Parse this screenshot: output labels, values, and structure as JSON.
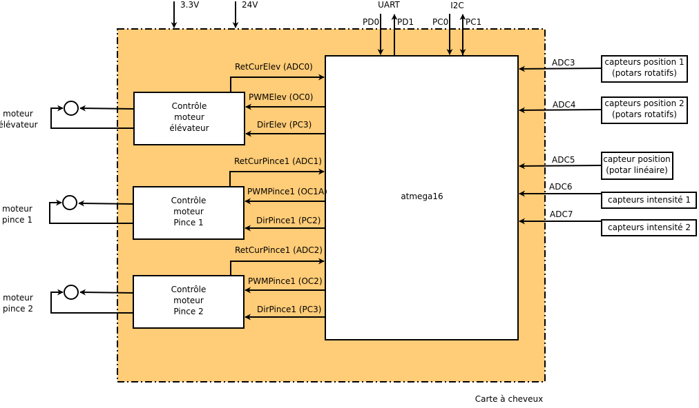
{
  "colors": {
    "board_fill": "#FFCC77",
    "board_border": "#000000",
    "box_fill": "#FFFFFF",
    "line": "#000000"
  },
  "power": {
    "v33": "3.3V",
    "v24": "24V"
  },
  "bus": {
    "uart": "UART",
    "pd0": "PD0",
    "pd1": "PD1",
    "i2c": "I2C",
    "pc0": "PC0",
    "pc1": "PC1"
  },
  "mcu": {
    "label": "atmega16"
  },
  "board_label": "Carte à cheveux",
  "controllers": [
    {
      "lines": [
        "Contrôle",
        "moteur",
        "élévateur"
      ],
      "sig_cur": "RetCurElev (ADC0)",
      "sig_pwm": "PWMElev (OC0)",
      "sig_dir": "DirElev (PC3)",
      "motor": [
        "moteur",
        "élévateur"
      ]
    },
    {
      "lines": [
        "Contrôle",
        "moteur",
        "Pince 1"
      ],
      "sig_cur": "RetCurPince1 (ADC1)",
      "sig_pwm": "PWMPince1 (OC1A)",
      "sig_dir": "DirPince1 (PC2)",
      "motor": [
        "moteur",
        "pince 1"
      ]
    },
    {
      "lines": [
        "Contrôle",
        "moteur",
        "Pince 2"
      ],
      "sig_cur": "RetCurPince1 (ADC2)",
      "sig_pwm": "PWMPince1 (OC2)",
      "sig_dir": "DirPince1 (PC3)",
      "motor": [
        "moteur",
        "pince 2"
      ]
    }
  ],
  "sensors": [
    {
      "adc": "ADC3",
      "lines": [
        "capteurs position 1",
        "(potars rotatifs)"
      ]
    },
    {
      "adc": "ADC4",
      "lines": [
        "capteurs position 2",
        "(potars rotatifs)"
      ]
    },
    {
      "adc": "ADC5",
      "lines": [
        "capteur position",
        "(potar linéaire)"
      ]
    },
    {
      "adc": "ADC6",
      "lines": [
        "capteurs intensité 1"
      ]
    },
    {
      "adc": "ADC7",
      "lines": [
        "capteurs intensité 2"
      ]
    }
  ]
}
